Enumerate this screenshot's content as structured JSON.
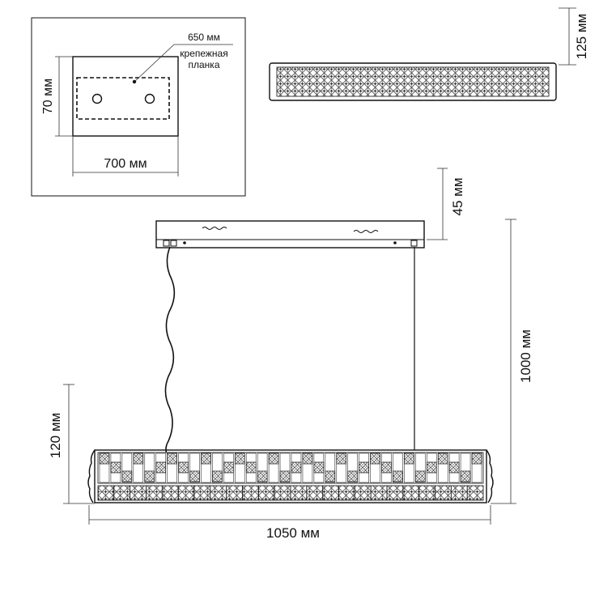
{
  "plan_view": {
    "bar_length": "650 мм",
    "bracket_label_line1": "крепежная",
    "bracket_label_line2": "планка",
    "canopy_depth": "70 мм",
    "canopy_width": "700 мм"
  },
  "top_view": {
    "height": "125 мм"
  },
  "front_view": {
    "canopy_height": "45 мм",
    "suspension_height": "1000 мм",
    "body_height": "120 мм",
    "body_length": "1050 мм"
  },
  "colors": {
    "line": "#111111",
    "background": "#ffffff"
  }
}
